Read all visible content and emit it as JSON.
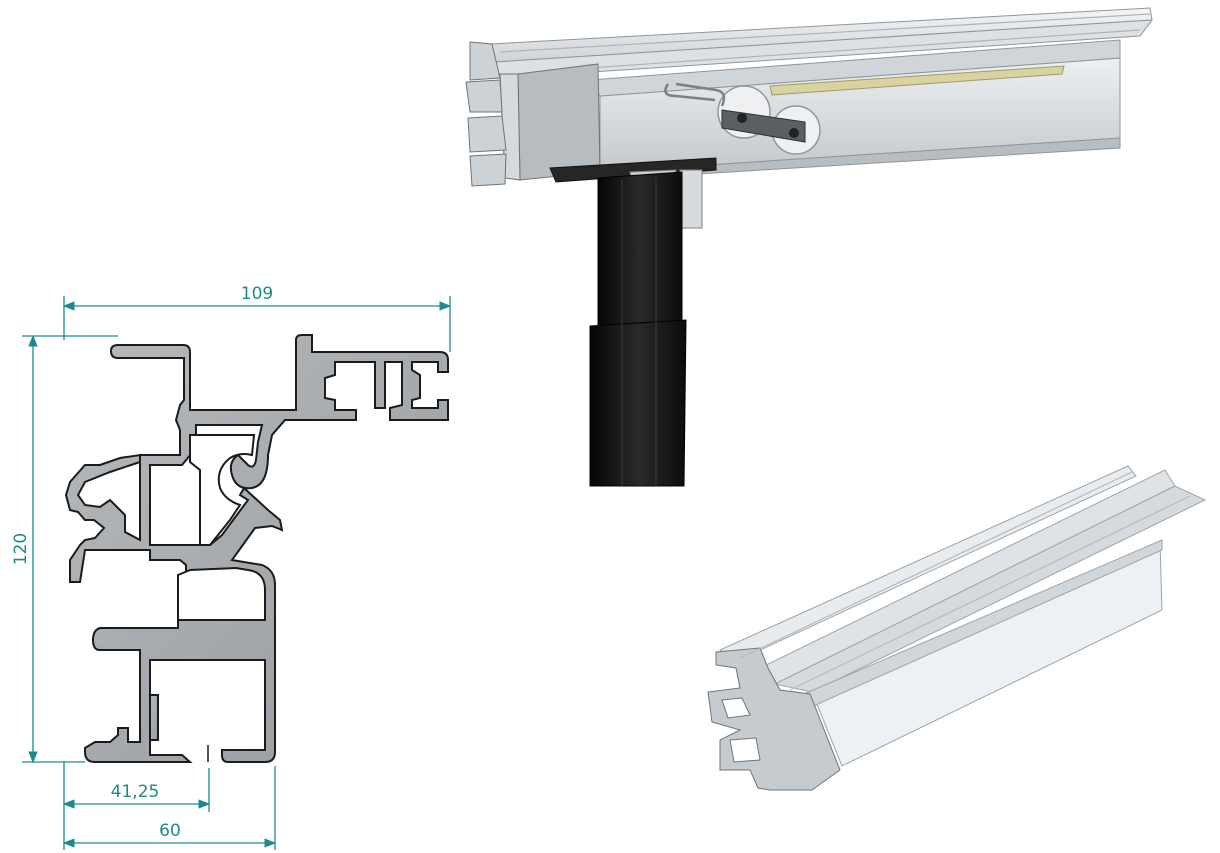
{
  "colors": {
    "dimension": "#1d8a8a",
    "profile_fill": "#a7abae",
    "profile_edge": "#1b1b1b",
    "rail_light": "#e1e5e8",
    "rail_mid": "#c8cdd1",
    "rail_shadow": "#9ea4a9",
    "post_dark": "#141414",
    "strip_yellow": "#d9d3a1"
  },
  "dimensions": {
    "width_top": "109",
    "height_left": "120",
    "offset_bottom": "41,25",
    "width_bottom": "60"
  },
  "icons": [
    "profile-cross-section",
    "rail-assembly-render",
    "rail-profile-render"
  ]
}
